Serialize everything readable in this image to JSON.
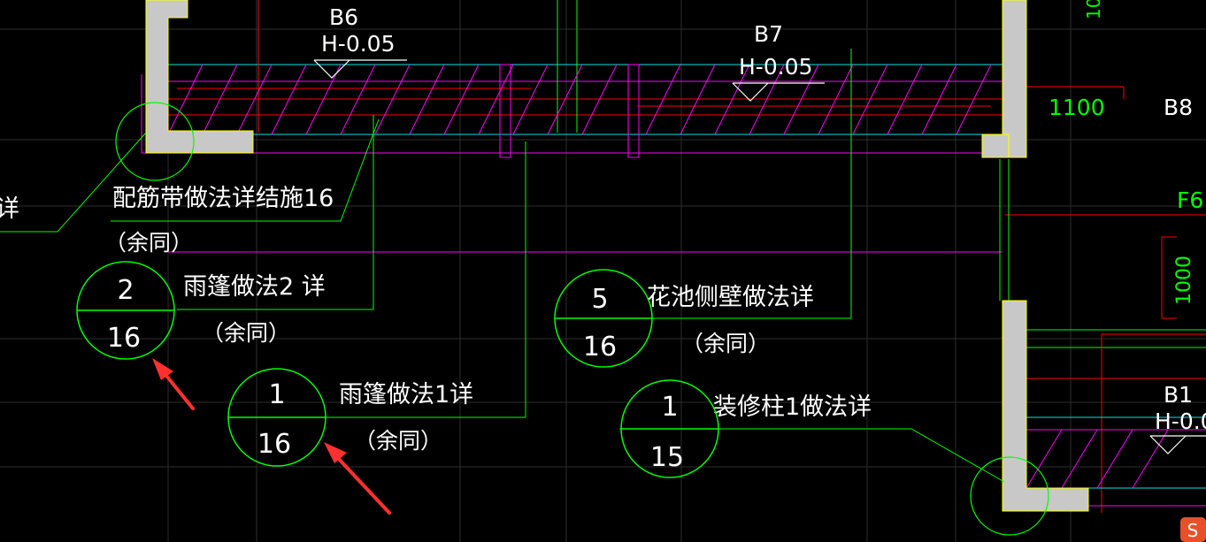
{
  "colors": {
    "background": "#000000",
    "grid": "#2e2e2e",
    "wall": "#c8c8c8",
    "white_text": "#ffffff",
    "green": "#00ff00",
    "cyan": "#00e5e5",
    "red": "#ff0000",
    "magenta": "#ff00ff",
    "yellow": "#ffff00",
    "arrow": "#ff3030",
    "watermark": "#e8502a"
  },
  "slabs": {
    "b6": {
      "name": "B6",
      "elevation": "H-0.05"
    },
    "b7": {
      "name": "B7",
      "elevation": "H-0.05"
    },
    "b8": {
      "name": "B8"
    },
    "b1": {
      "name": "B1",
      "elevation": "H-0.0"
    }
  },
  "dimensions": {
    "d1100": "1100",
    "f6": "F6",
    "d1000": "1000",
    "d10": "10"
  },
  "notes": {
    "rebar_band": "配筋带做法详结施16",
    "rebar_band_same": "（余同）",
    "left_edge": "详",
    "canopy2": "雨篷做法2 详",
    "canopy2_same": "（余同）",
    "canopy1": "雨篷做法1详",
    "canopy1_same": "（余同）",
    "planter": "花池侧壁做法详",
    "planter_same": "（余同）",
    "column": "装修柱1做法详"
  },
  "detail_bubbles": {
    "canopy2": {
      "top": "2",
      "bottom": "16"
    },
    "canopy1": {
      "top": "1",
      "bottom": "16"
    },
    "planter": {
      "top": "5",
      "bottom": "16"
    },
    "column": {
      "top": "1",
      "bottom": "15"
    }
  },
  "watermark": {
    "letter": "S",
    "icon": "sogou-input-icon"
  }
}
